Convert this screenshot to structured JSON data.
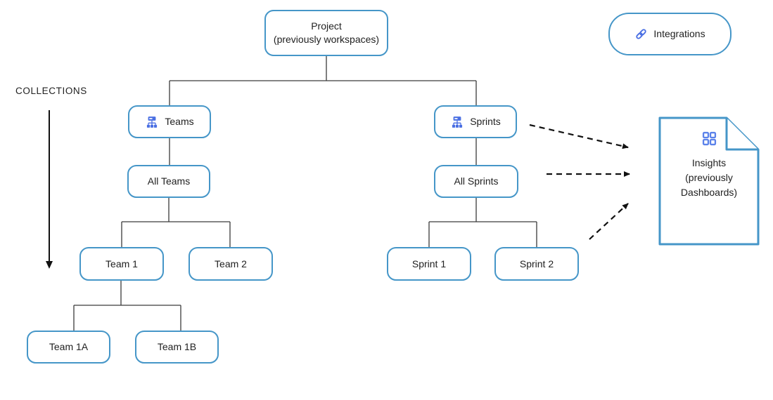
{
  "diagram": {
    "collections": {
      "label": "COLLECTIONS"
    },
    "nodes": {
      "project": {
        "line1": "Project",
        "line2": "(previously workspaces)"
      },
      "integrations": {
        "label": "Integrations",
        "icon": "link-icon"
      },
      "teams": {
        "label": "Teams",
        "icon": "org-hierarchy-icon"
      },
      "all_teams": {
        "label": "All Teams"
      },
      "team1": {
        "label": "Team 1"
      },
      "team2": {
        "label": "Team 2"
      },
      "team1a": {
        "label": "Team 1A"
      },
      "team1b": {
        "label": "Team 1B"
      },
      "sprints": {
        "label": "Sprints",
        "icon": "org-hierarchy-icon"
      },
      "all_sprints": {
        "label": "All Sprints"
      },
      "sprint1": {
        "label": "Sprint 1"
      },
      "sprint2": {
        "label": "Sprint 2"
      },
      "insights": {
        "line1": "Insights",
        "line2": "(previously",
        "line3": "Dashboards)",
        "icon": "dashboard-grid-icon"
      }
    },
    "dashed_arrows": [
      "Sprints to Insights",
      "All Sprints to Insights",
      "Sprint level to Insights"
    ],
    "colors": {
      "node_border": "#4596c8",
      "icon_blue": "#4a6fe3",
      "grid_icon_blue": "#5b82ea",
      "connector": "#3a3a3a",
      "arrow": "#111111",
      "text": "#212121",
      "background": "#ffffff"
    }
  }
}
